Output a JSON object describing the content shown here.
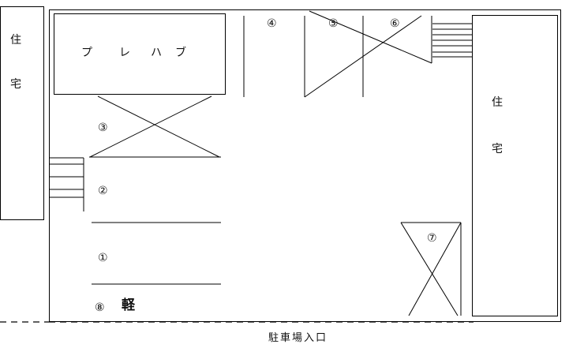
{
  "house_left": [
    "住",
    "宅"
  ],
  "house_right": [
    "住",
    "宅"
  ],
  "prefab": [
    "プ",
    "レ",
    "ハ",
    "ブ"
  ],
  "spaces": [
    {
      "id": "1",
      "label": "①",
      "blocked": false
    },
    {
      "id": "2",
      "label": "②",
      "blocked": false
    },
    {
      "id": "3",
      "label": "③",
      "blocked": true
    },
    {
      "id": "4",
      "label": "④",
      "blocked": false
    },
    {
      "id": "5",
      "label": "⑤",
      "blocked": true
    },
    {
      "id": "6",
      "label": "⑥",
      "blocked": true
    },
    {
      "id": "7",
      "label": "⑦",
      "blocked": true
    },
    {
      "id": "8",
      "label": "⑧",
      "blocked": false
    }
  ],
  "kei_label": "軽",
  "entrance_label": "駐車場入口"
}
